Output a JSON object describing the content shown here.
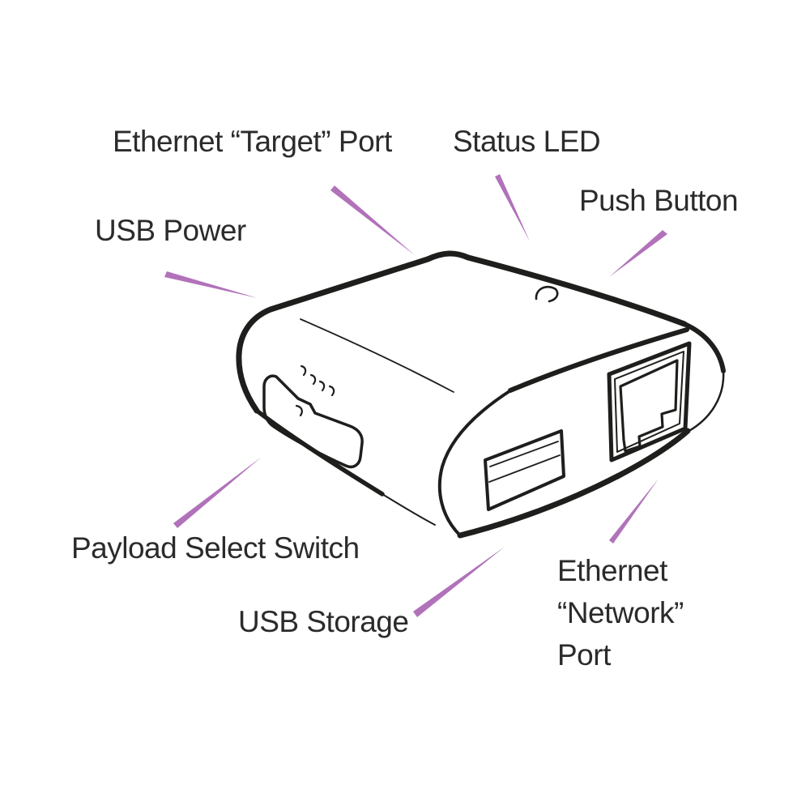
{
  "figure": {
    "type": "device-callout-diagram",
    "subject": "pocket network device illustration"
  },
  "colors": {
    "ink": "#1e1e1c",
    "leader": "#b172ba",
    "text": "#2b2b2b",
    "background": "#ffffff"
  },
  "labels": {
    "target_port": "Ethernet “Target” Port",
    "status_led": "Status LED",
    "push_button": "Push Button",
    "usb_power": "USB Power",
    "payload_select": "Payload Select Switch",
    "usb_storage": "USB Storage",
    "network_port": {
      "line1": "Ethernet",
      "line2": "“Network”",
      "line3": "Port"
    }
  }
}
